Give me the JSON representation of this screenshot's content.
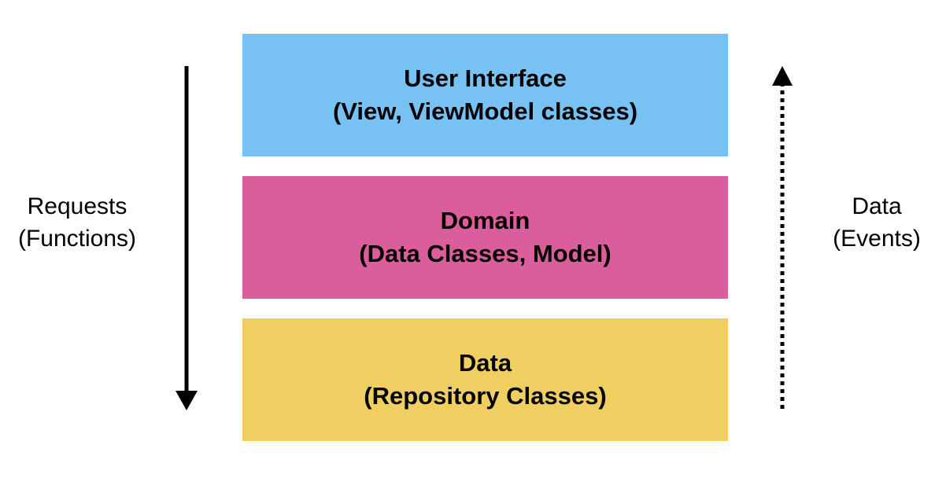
{
  "layers": [
    {
      "id": "ui",
      "title": "User Interface",
      "subtitle": "(View, ViewModel classes)",
      "color": "#77c2f2"
    },
    {
      "id": "domain",
      "title": "Domain",
      "subtitle": "(Data Classes, Model)",
      "color": "#db5e9c"
    },
    {
      "id": "data",
      "title": "Data",
      "subtitle": "(Repository Classes)",
      "color": "#f0cf62"
    }
  ],
  "left_arrow": {
    "direction": "down",
    "style": "solid",
    "line1": "Requests",
    "line2": "(Functions)"
  },
  "right_arrow": {
    "direction": "up",
    "style": "dotted",
    "line1": "Data",
    "line2": "(Events)"
  }
}
